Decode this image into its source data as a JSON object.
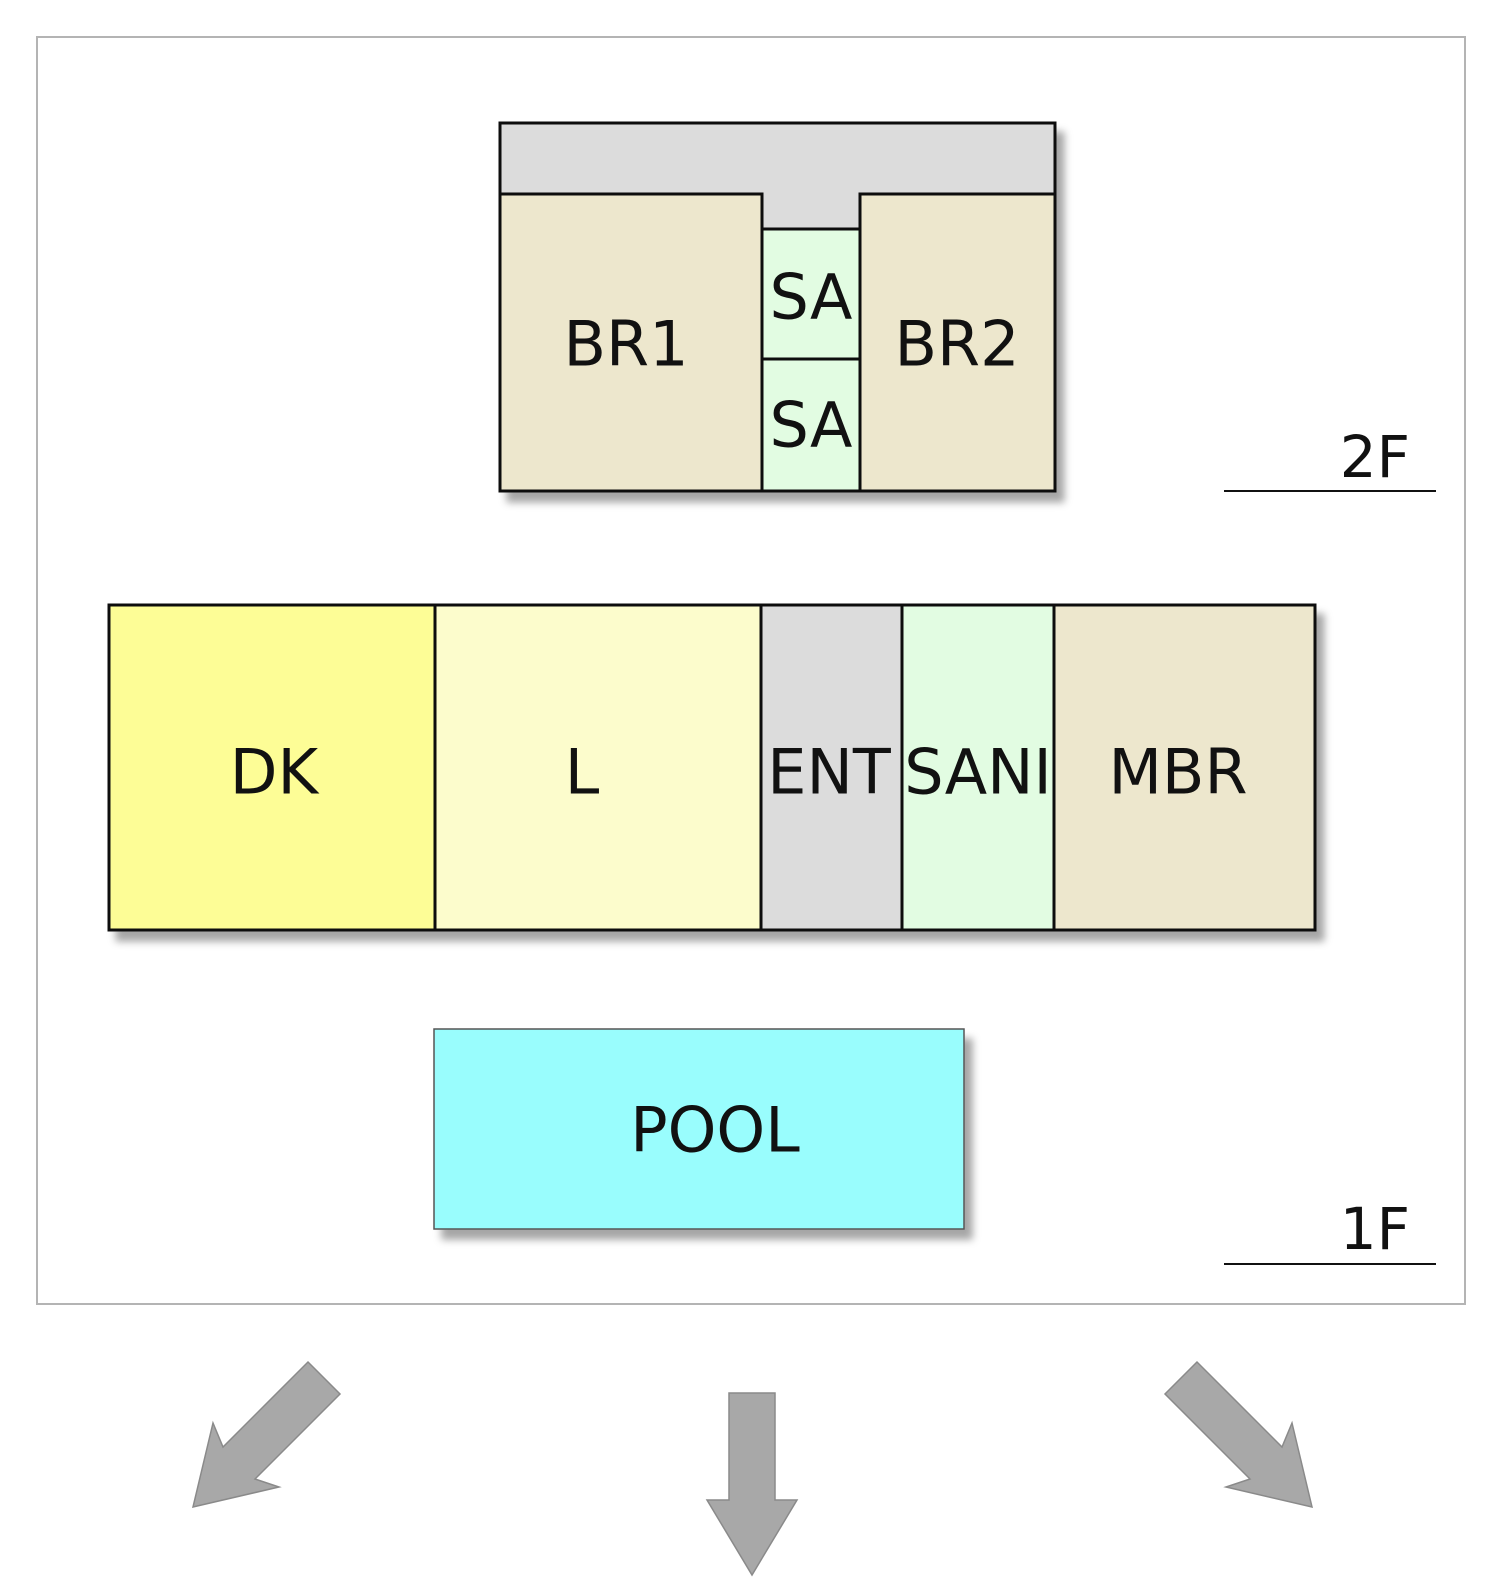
{
  "floors": {
    "upper": {
      "label": "2F",
      "rooms": {
        "hall": {
          "color": "#dcdcdc"
        },
        "br1": {
          "label": "BR1",
          "color": "#ede7cd"
        },
        "sa_top": {
          "label": "SA",
          "color": "#e2fce2"
        },
        "sa_bottom": {
          "label": "SA",
          "color": "#e2fce2"
        },
        "br2": {
          "label": "BR2",
          "color": "#ede7cd"
        }
      }
    },
    "ground": {
      "label": "1F",
      "rooms": {
        "dk": {
          "label": "DK",
          "color": "#fdfd96"
        },
        "l": {
          "label": "L",
          "color": "#fcfccc"
        },
        "ent": {
          "label": "ENT",
          "color": "#dcdcdc"
        },
        "sani": {
          "label": "SANI",
          "color": "#e2fce2"
        },
        "mbr": {
          "label": "MBR",
          "color": "#ede7cd"
        }
      }
    },
    "outdoor": {
      "pool": {
        "label": "POOL",
        "color": "#99fdfd"
      }
    }
  },
  "colors": {
    "frame": "#b4b4b4",
    "outline": "#111111",
    "arrow": "#a8a8a8",
    "arrow_stroke": "#8a8a8a"
  },
  "arrows": [
    "down-left-arrow",
    "down-arrow",
    "down-right-arrow"
  ]
}
